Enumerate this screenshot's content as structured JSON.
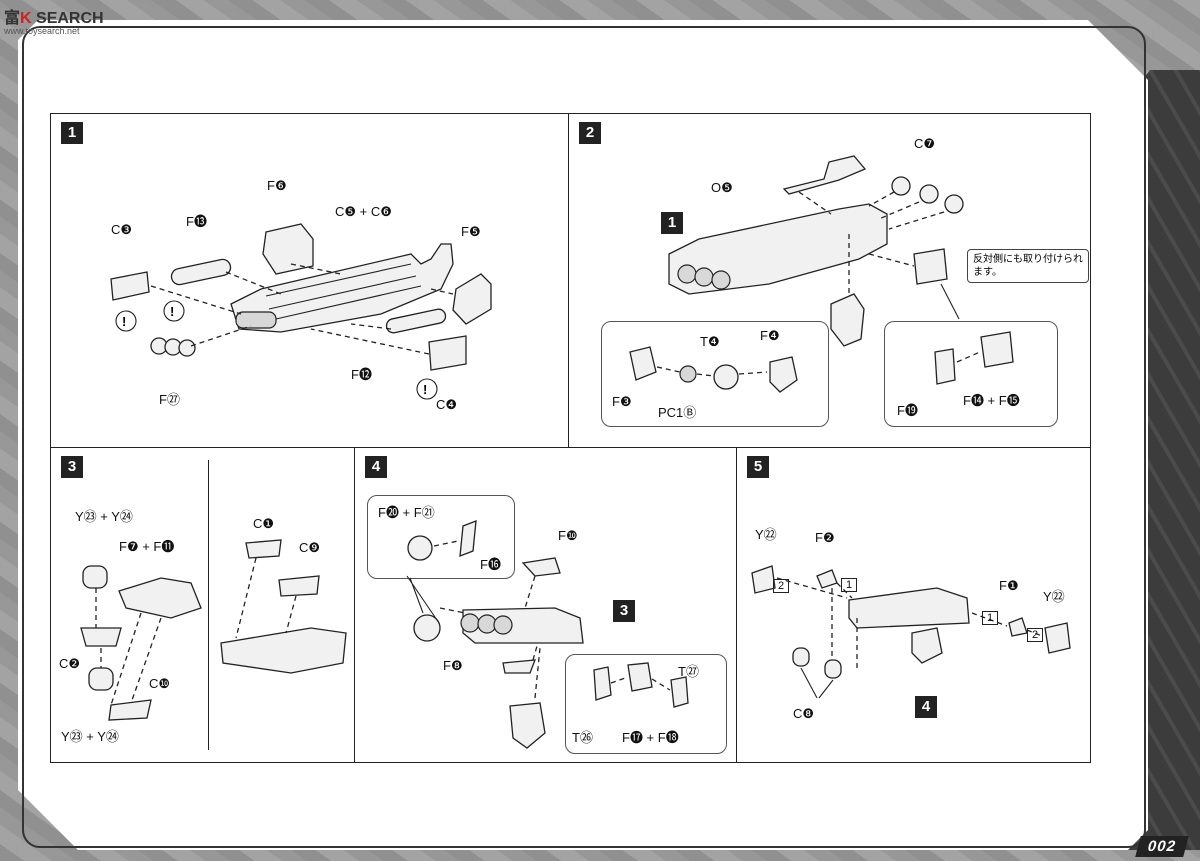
{
  "header": {
    "logo_brand": "SEARCH",
    "logo_left": "富",
    "logo_red": "K",
    "logo_sub": "www.toysearch.net"
  },
  "page_number": "002",
  "step1": {
    "num": "1",
    "labels": {
      "c3": "C❸",
      "f13": "F⓭",
      "f6": "F❻",
      "c5c6": "C❺ + C❻",
      "f5": "F❺",
      "f27": "F㉗",
      "f12": "F⓬",
      "c4": "C❹"
    }
  },
  "step2": {
    "num": "2",
    "labels": {
      "c7": "C❼",
      "o5": "O❺",
      "ref1": "1",
      "f3": "F❸",
      "pc1b": "PC1Ⓑ",
      "t4": "T❹",
      "f4": "F❹",
      "f19": "F⓳",
      "f14f15": "F⓮ + F⓯"
    },
    "note": "反対側にも取り付けられます。"
  },
  "step3": {
    "num": "3",
    "labels": {
      "y23y24_top": "Y㉓ + Y㉔",
      "f7f11": "F❼ + F⓫",
      "c1": "C❶",
      "c9": "C❾",
      "c2": "C❷",
      "c10": "C❿",
      "y23y24_bottom": "Y㉓ + Y㉔"
    }
  },
  "step4": {
    "num": "4",
    "labels": {
      "f20f21": "F⓴ + F㉑",
      "f16": "F⓰",
      "f10": "F❿",
      "ref3": "3",
      "f8": "F❽",
      "t27": "T㉗",
      "t26": "T㉖",
      "f17f18": "F⓱ + F⓲"
    }
  },
  "step5": {
    "num": "5",
    "labels": {
      "y22_left": "Y㉒",
      "f2": "F❷",
      "f1": "F❶",
      "y22_right": "Y㉒",
      "c8": "C❽",
      "ref4": "4",
      "n1a": "1",
      "n2a": "2",
      "n1b": "1",
      "n2b": "2"
    }
  }
}
